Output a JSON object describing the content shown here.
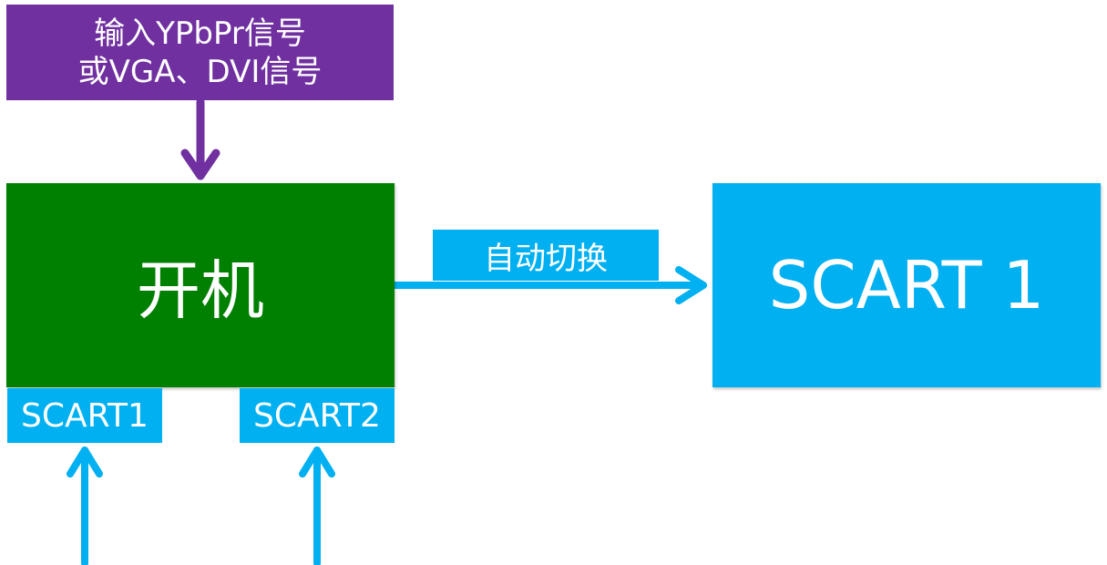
{
  "colors": {
    "purple": "#7030a0",
    "green": "#008000",
    "cyan": "#00b0f0",
    "text": "#ffffff"
  },
  "input": {
    "line1": "输入YPbPr信号",
    "line2": "或VGA、DVI信号"
  },
  "power": {
    "label": "开机"
  },
  "ports": {
    "scart1": "SCART1",
    "scart2": "SCART2"
  },
  "switch": {
    "label": "自动切换"
  },
  "output": {
    "label": "SCART 1"
  }
}
